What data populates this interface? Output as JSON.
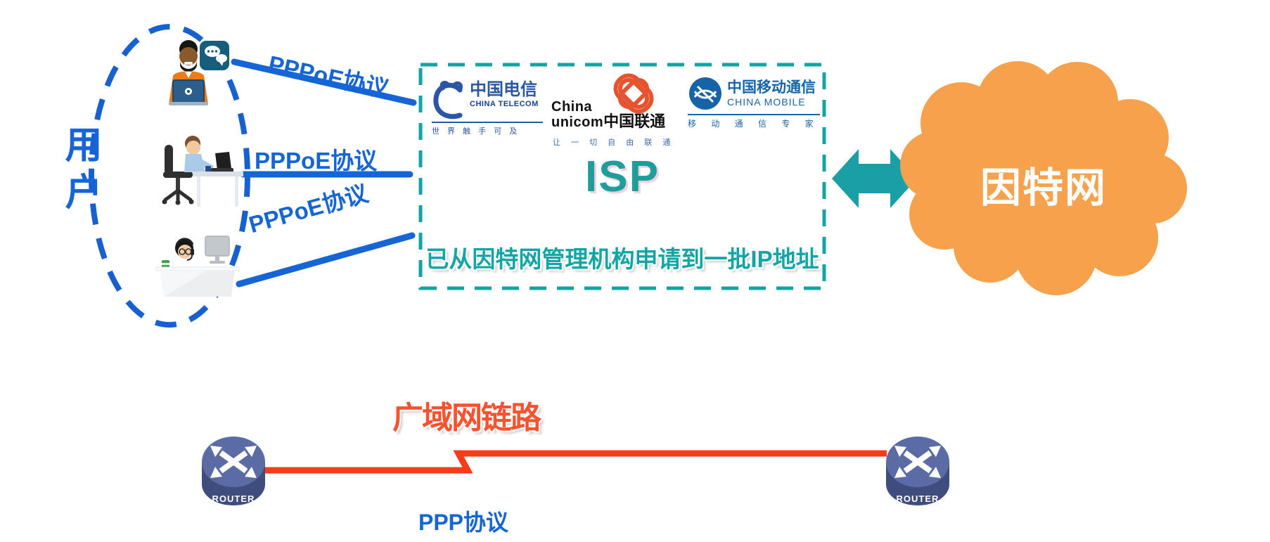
{
  "users_group": {
    "label": "用户",
    "members": [
      "user-with-laptop-and-chat",
      "user-at-desk-with-laptop",
      "support-agent-at-desk"
    ]
  },
  "links": {
    "labels": [
      "PPPoE协议",
      "PPPoE协议",
      "PPPoE协议"
    ]
  },
  "isp_box": {
    "title": "ISP",
    "note": "已从因特网管理机构申请到一批IP地址",
    "telecom": {
      "cn": "中国电信",
      "en": "CHINA TELECOM",
      "slogan": "世 界 触 手 可 及"
    },
    "unicom": {
      "en_top": "China",
      "en_bottom": "unicom",
      "cn": "中国联通",
      "slogan": "让 一 切 自 由 联 通"
    },
    "mobile": {
      "cn": "中国移动通信",
      "en": "CHINA MOBILE",
      "slogan": "移 动 通 信 专 家"
    }
  },
  "internet_cloud": {
    "label": "因特网"
  },
  "wan_section": {
    "link_label": "广域网链路",
    "protocol_label": "PPP协议",
    "router_left_label": "ROUTER",
    "router_right_label": "ROUTER"
  },
  "colors": {
    "diagram_blue": "#1565D6",
    "isp_teal": "#14A3A3",
    "cloud_orange": "#F6A14B",
    "wan_line_red": "#FA3A18",
    "wan_label_red": "#FA512E"
  }
}
